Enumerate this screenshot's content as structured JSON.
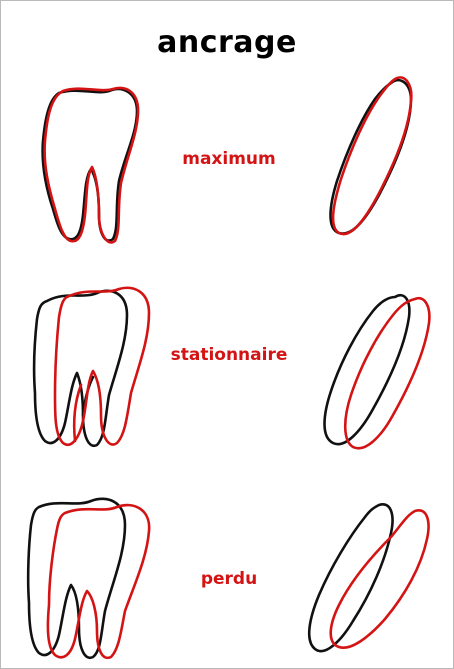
{
  "title": "ancrage",
  "labels": {
    "maximum": "maximum",
    "stationnaire": "stationnaire",
    "perdu": "perdu"
  },
  "colors": {
    "initial_outline": "#111111",
    "final_outline": "#d41414",
    "label": "#d41414",
    "title": "#000000"
  }
}
